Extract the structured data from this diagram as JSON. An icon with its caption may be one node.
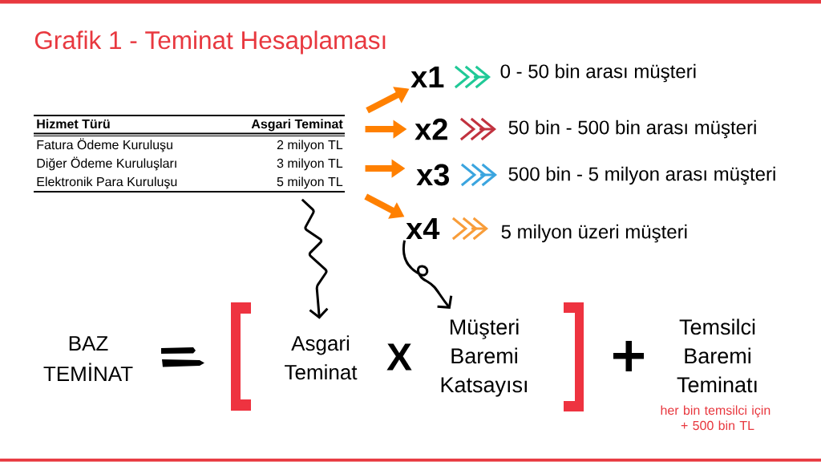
{
  "diagram": {
    "title": "Grafik 1 - Teminat Hesaplaması",
    "nodes": [
      {
        "text": [
          "Hizmet Türü",
          "Asgari Teminat",
          "Fatura Ödeme Kuruluşu",
          "2 milyon TL",
          "Diğer Ödeme Kuruluşları",
          "3 milyon TL",
          "Elektronik Para Kuruluşu",
          "5 milyon TL"
        ]
      },
      {
        "text": [
          "x1"
        ]
      },
      {
        "text": [
          "0 - 50 bin arası müşteri"
        ]
      },
      {
        "text": [
          "x2"
        ]
      },
      {
        "text": [
          "50 bin - 500 bin arası müşteri"
        ]
      },
      {
        "text": [
          "x3"
        ]
      },
      {
        "text": [
          "500 bin - 5 milyon arası müşteri"
        ]
      },
      {
        "text": [
          "x4"
        ]
      },
      {
        "text": [
          "5 milyon üzeri müşteri"
        ]
      },
      {
        "text": [
          "BAZ TEMİNAT"
        ]
      },
      {
        "text": [],
        "shape": "bracket"
      },
      {
        "text": [
          "Asgari Teminat"
        ]
      },
      {
        "text": [
          "Müşteri Baremi Katsayısı"
        ]
      },
      {
        "text": [],
        "shape": "bracket"
      },
      {
        "text": [
          "Temsilci Baremi Teminatı"
        ],
        "beside": [
          "her bin temsilci için + 500 bin TL"
        ]
      }
    ],
    "edges": [
      {
        "from": 0,
        "to": 1,
        "arrow": "to",
        "style": "thick",
        "color": "#ff8000"
      },
      {
        "from": 0,
        "to": 3,
        "arrow": "to",
        "style": "thick",
        "color": "#ff8000"
      },
      {
        "from": 0,
        "to": 5,
        "arrow": "to",
        "style": "thick",
        "color": "#ff8000"
      },
      {
        "from": 0,
        "to": 7,
        "arrow": "to",
        "style": "thick",
        "color": "#ff8000"
      },
      {
        "from": 1,
        "to": 2,
        "arrow": "to",
        "color": "#20c997"
      },
      {
        "from": 3,
        "to": 4,
        "arrow": "to",
        "color": "#c1323f"
      },
      {
        "from": 5,
        "to": 6,
        "arrow": "to",
        "color": "#3ba5df"
      },
      {
        "from": 7,
        "to": 8,
        "arrow": "to",
        "color": "#f89d3a"
      },
      {
        "from": 0,
        "to": 11,
        "arrow": "to",
        "color": "#000000"
      },
      {
        "from": 7,
        "to": 12,
        "arrow": "to",
        "color": "#000000"
      }
    ],
    "labels": [
      "X"
    ]
  }
}
